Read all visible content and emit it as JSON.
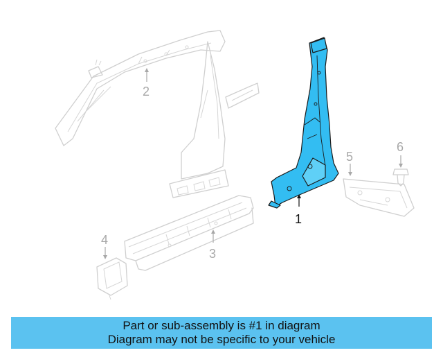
{
  "colors": {
    "highlight_fill": "#33bdf2",
    "highlight_stroke": "#1a1a1a",
    "ghost_stroke": "#cfcfcf",
    "callout_inactive": "#a8a8a8",
    "callout_active": "#111111",
    "banner_bg": "#5bc2f0"
  },
  "callouts": [
    {
      "id": "1",
      "label": "1",
      "active": true
    },
    {
      "id": "2",
      "label": "2",
      "active": false
    },
    {
      "id": "3",
      "label": "3",
      "active": false
    },
    {
      "id": "4",
      "label": "4",
      "active": false
    },
    {
      "id": "5",
      "label": "5",
      "active": false
    },
    {
      "id": "6",
      "label": "6",
      "active": false
    }
  ],
  "banner": {
    "line1": "Part or sub-assembly is #1 in diagram",
    "line2": "Diagram may not be specific to your vehicle"
  }
}
